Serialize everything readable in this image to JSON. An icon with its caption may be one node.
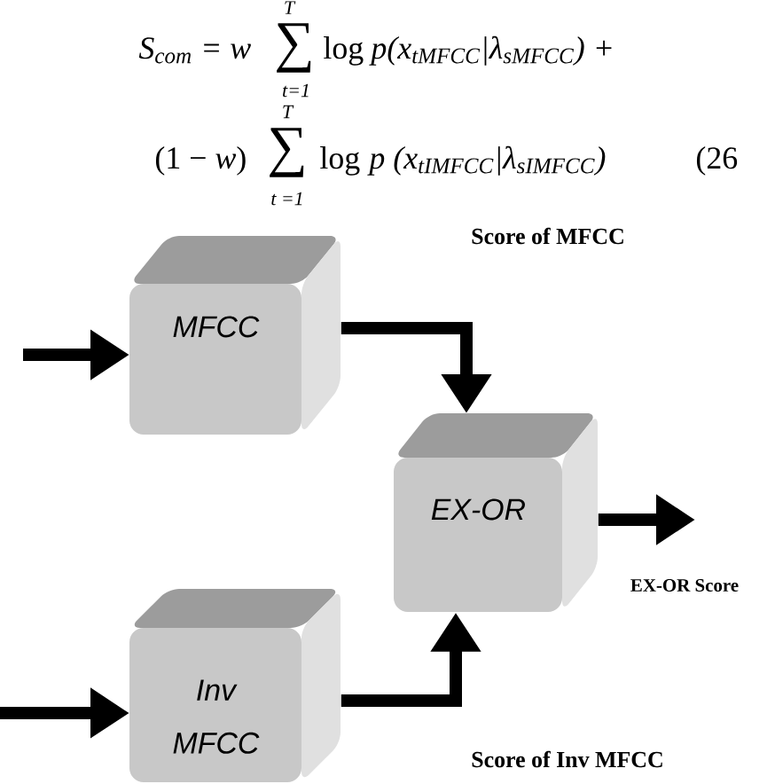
{
  "diagram": {
    "nodes": [
      {
        "text": [
          "MFCC"
        ]
      },
      {
        "text": [
          "EX-OR"
        ]
      },
      {
        "text": [
          "Inv MFCC"
        ]
      }
    ],
    "edges": [
      {
        "from": null,
        "to": 0,
        "arrow": "to"
      },
      {
        "from": 0,
        "to": 1,
        "arrow": "to"
      },
      {
        "from": 1,
        "to": null,
        "arrow": "to"
      },
      {
        "from": null,
        "to": 2,
        "arrow": "to"
      },
      {
        "from": 2,
        "to": 1,
        "arrow": "to"
      }
    ],
    "labels": [
      "T",
      "S$_{com}$ = w",
      "∑",
      "log",
      "p(x$_{tMFCC}$|λ$_{sMFCC}$) +",
      "t=1",
      "T",
      "(1 − *w*)",
      "∑",
      "log",
      "p (x$_{tIMFCC}$|λ$_{sIMFCC}$)",
      "(26",
      "t =1",
      "Score of MFCC",
      "EX-OR Score",
      "Score of Inv MFCC"
    ]
  }
}
